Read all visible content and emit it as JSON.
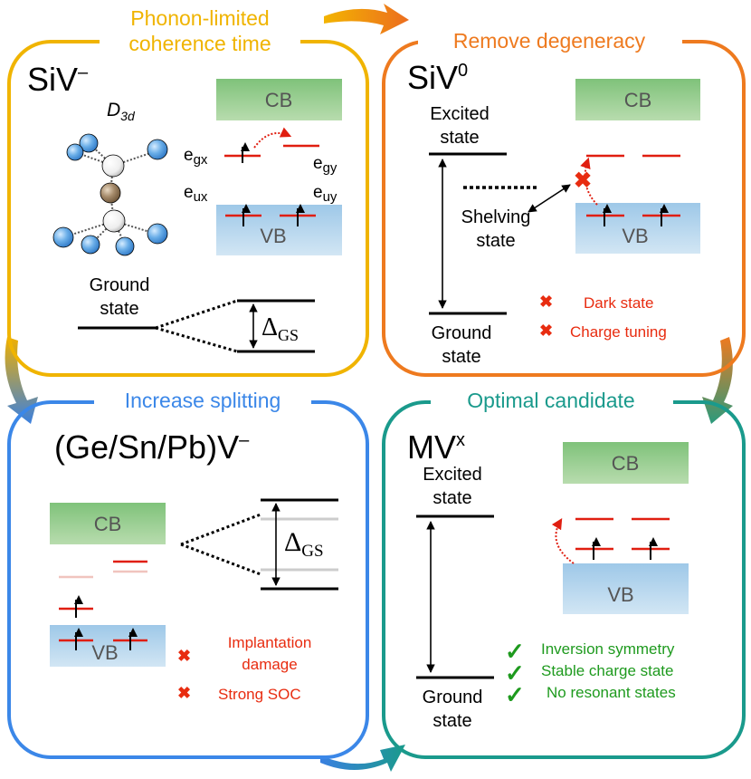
{
  "arrows": {
    "top": "arrow-right",
    "left": "arrow-down",
    "right": "arrow-down",
    "bottom": "arrow-right"
  },
  "panels": {
    "siv_minus": {
      "header": [
        "Phonon-limited",
        "coherence time"
      ],
      "title": "SiV",
      "title_sup": "–",
      "symmetry": "D",
      "symmetry_sub": "3d",
      "cb": "CB",
      "vb": "VB",
      "e_gx": "e",
      "e_gx_sub": "gx",
      "e_gy": "e",
      "e_gy_sub": "gy",
      "e_ux": "e",
      "e_ux_sub": "ux",
      "e_uy": "e",
      "e_uy_sub": "uy",
      "ground": [
        "Ground",
        "state"
      ],
      "delta": "Δ",
      "delta_sub": "GS",
      "color": "#f0b400"
    },
    "siv_zero": {
      "header": "Remove degeneracy",
      "title": "SiV",
      "title_sup": "0",
      "excited": [
        "Excited",
        "state"
      ],
      "shelving": [
        "Shelving",
        "state"
      ],
      "ground": [
        "Ground",
        "state"
      ],
      "cb": "CB",
      "vb": "VB",
      "issues": [
        "Dark state",
        "Charge tuning"
      ],
      "color": "#ee7a1f"
    },
    "gesnpb": {
      "header": "Increase splitting",
      "title": "(Ge/Sn/Pb)V",
      "title_sup": "–",
      "cb": "CB",
      "vb": "VB",
      "delta": "Δ",
      "delta_sub": "GS",
      "issues": [
        "Implantation",
        "damage",
        "Strong SOC"
      ],
      "color": "#3b87e8"
    },
    "mvx": {
      "header": "Optimal candidate",
      "title": "MV",
      "title_sup": "x",
      "excited": [
        "Excited",
        "state"
      ],
      "ground": [
        "Ground",
        "state"
      ],
      "cb": "CB",
      "vb": "VB",
      "benefits": [
        "Inversion symmetry",
        "Stable charge state",
        "No resonant states"
      ],
      "color": "#1a9a8c"
    }
  },
  "colors": {
    "level_red": "#e01e10",
    "issue_red": "#e82c10",
    "benefit_green": "#1e9a1e",
    "atom_blue": "#6aaee8",
    "atom_brown": "#a58a6a"
  }
}
